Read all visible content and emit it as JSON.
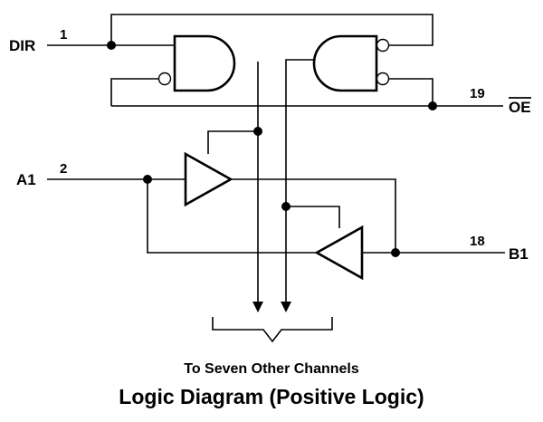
{
  "pins": {
    "dir": {
      "name": "DIR",
      "number": "1"
    },
    "a1": {
      "name": "A1",
      "number": "2"
    },
    "oe": {
      "name": "OE",
      "number": "19"
    },
    "b1": {
      "name": "B1",
      "number": "18"
    }
  },
  "caption": "To Seven Other Channels",
  "title": "Logic Diagram (Positive Logic)"
}
